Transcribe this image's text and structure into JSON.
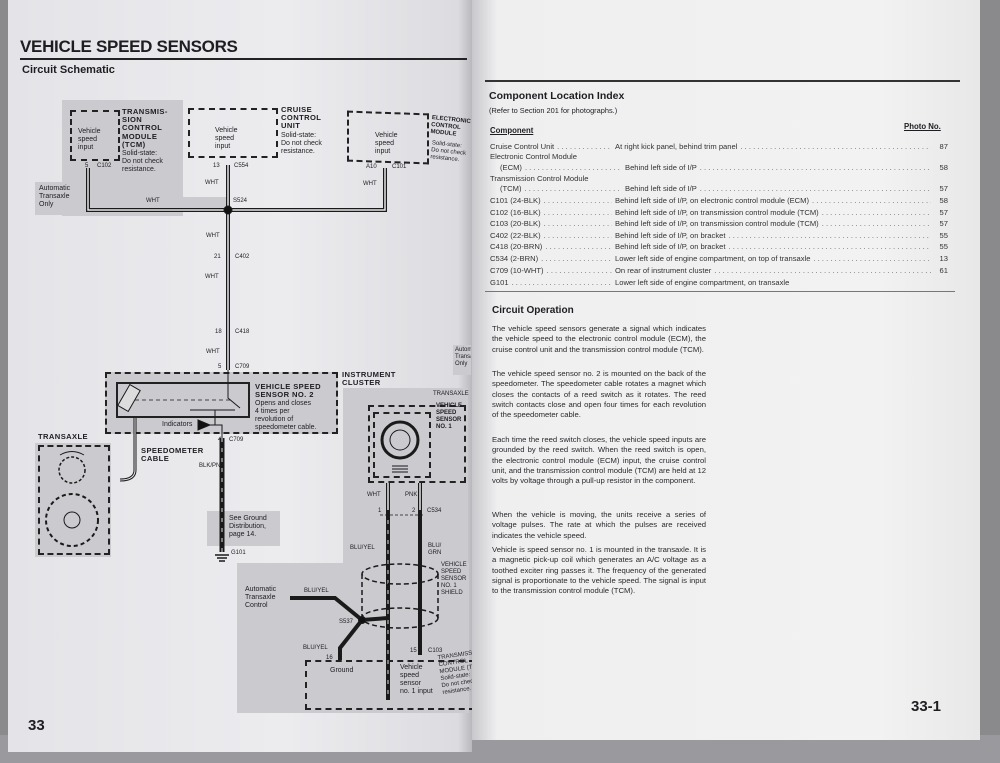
{
  "left_page": {
    "title": "VEHICLE SPEED SENSORS",
    "subtitle": "Circuit Schematic",
    "page_number": "33",
    "schematic": {
      "tcm": {
        "box_text": "Vehicle\nspeed\ninput",
        "name": "TRANSMIS-\nSION\nCONTROL\nMODULE\n(TCM)",
        "note": "Solid-state:\nDo not check\nresistance.",
        "pin": "5",
        "connector": "C102"
      },
      "cruise": {
        "box_text": "Vehicle\nspeed\ninput",
        "name": "CRUISE\nCONTROL\nUNIT",
        "note": "Solid-state:\nDo not check\nresistance.",
        "pin": "13",
        "connector": "C554"
      },
      "ecm": {
        "box_text": "Vehicle\nspeed\ninput",
        "name": "ELECTRONIC\nCONTROL\nMODULE",
        "note": "Solid-state:\nDo not check\nresistance.",
        "pin": "A10",
        "connector": "C101"
      },
      "auto_transaxle_only": "Automatic\nTransaxle\nOnly",
      "wire_wht": "WHT",
      "splice_s524": "S524",
      "c402": {
        "pin": "21",
        "connector": "C402"
      },
      "c418": {
        "pin": "18",
        "connector": "C418"
      },
      "c709_top": {
        "pin": "5",
        "connector": "C709"
      },
      "c709_bottom": {
        "pin": "4",
        "connector": "C709"
      },
      "instrument_cluster": "INSTRUMENT\nCLUSTER",
      "vss2": {
        "name": "VEHICLE SPEED\nSENSOR NO. 2",
        "note": "Opens and closes\n4 times per\nrevolution of\nspeedometer cable."
      },
      "indicators": "Indicators",
      "transaxle": "TRANSAXLE",
      "speedometer_cable": "SPEEDOMETER\nCABLE",
      "wire_blu_pnk": "BLK/PNK",
      "ground_note": "See Ground\nDistribution,\npage 14.",
      "g101": "G101",
      "transaxle_right": "TRANSAXLE",
      "vss1": "VEHICLE\nSPEED\nSENSOR\nNO. 1",
      "wire_pnk": "PNK",
      "c534": {
        "pin1": "1",
        "pin2": "2",
        "connector": "C534"
      },
      "wire_blu_yel": "BLU/YEL",
      "wire_blu_grn": "BLU/\nGRN",
      "shield": "VEHICLE\nSPEED\nSENSOR\nNO. 1\nSHIELD",
      "atc": "Automatic\nTransaxle\nControl",
      "splice_s537": "S537",
      "c103": {
        "pin16": "16",
        "pin15": "15",
        "connector": "C103"
      },
      "ground_label": "Ground",
      "vss1_input": "Vehicle\nspeed\nsensor\nno. 1 input",
      "tcm_bottom": "TRANSMISSION\nCONTROL\nMODULE (TCM)\nSolid-state:\nDo not check\nresistance."
    }
  },
  "right_page": {
    "page_number": "33-1",
    "index": {
      "title": "Component Location Index",
      "note": "(Refer to Section 201 for photographs.)",
      "col_component": "Component",
      "col_photo": "Photo No.",
      "rows": [
        {
          "component": "Cruise Control Unit",
          "location": "At right kick panel, behind trim panel",
          "photo": "87"
        },
        {
          "component": "Electronic Control Module",
          "location": "",
          "photo": ""
        },
        {
          "component": "(ECM)",
          "location": "Behind left side of I/P",
          "photo": "58"
        },
        {
          "component": "Transmission Control Module",
          "location": "",
          "photo": ""
        },
        {
          "component": "(TCM)",
          "location": "Behind left side of I/P",
          "photo": "57"
        },
        {
          "component": "C101 (24-BLK)",
          "location": "Behind left side of I/P, on electronic control module (ECM)",
          "photo": "58"
        },
        {
          "component": "C102 (16-BLK)",
          "location": "Behind left side of I/P, on transmission control module (TCM)",
          "photo": "57"
        },
        {
          "component": "C103 (20-BLK)",
          "location": "Behind left side of I/P, on transmission control module (TCM)",
          "photo": "57"
        },
        {
          "component": "C402 (22-BLK)",
          "location": "Behind left side of I/P, on bracket",
          "photo": "55"
        },
        {
          "component": "C418 (20-BRN)",
          "location": "Behind left side of I/P, on bracket",
          "photo": "55"
        },
        {
          "component": "C534 (2-BRN)",
          "location": "Lower left side of engine compartment, on top of transaxle",
          "photo": "13"
        },
        {
          "component": "C709 (10-WHT)",
          "location": "On rear of instrument cluster",
          "photo": "61"
        },
        {
          "component": "G101",
          "location": "Lower left side of engine compartment, on transaxle",
          "photo": ""
        }
      ]
    },
    "operation": {
      "title": "Circuit Operation",
      "paragraphs": [
        "The vehicle speed sensors generate a signal which indicates the vehicle speed to the electronic control module (ECM), the cruise control unit and the transmission control module (TCM).",
        "The vehicle speed sensor no. 2 is mounted on the back of the speedometer. The speedometer cable rotates a magnet which closes the contacts of a reed switch as it rotates. The reed switch contacts close and open four times for each revolution of the speedometer cable.",
        "Each time the reed switch closes, the vehicle speed inputs are grounded by the reed switch. When the reed switch is open, the electronic control module (ECM) input, the cruise control unit, and the transmission control module (TCM) are held at 12 volts by voltage through a pull-up resistor in the component.",
        "When the vehicle is moving, the units receive a series of voltage pulses. The rate at which the pulses are received indicates the vehicle speed.",
        "Vehicle is speed sensor no. 1 is mounted in the transaxle. It is a magnetic pick-up coil which generates an A/C voltage as a toothed exciter ring passes it. The frequency of the generated signal is proportionate to the vehicle speed. The signal is input to the transmission control module (TCM)."
      ]
    }
  }
}
